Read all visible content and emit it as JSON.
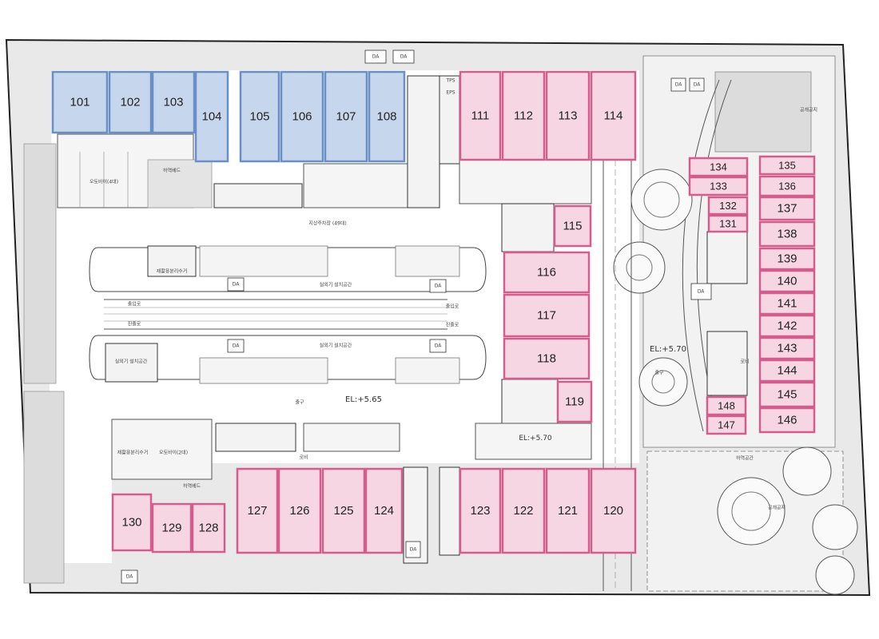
{
  "units_blue": [
    {
      "id": "101",
      "label": "101"
    },
    {
      "id": "102",
      "label": "102"
    },
    {
      "id": "103",
      "label": "103"
    },
    {
      "id": "104",
      "label": "104"
    },
    {
      "id": "105",
      "label": "105"
    },
    {
      "id": "106",
      "label": "106"
    },
    {
      "id": "107",
      "label": "107"
    },
    {
      "id": "108",
      "label": "108"
    }
  ],
  "units_pink": [
    {
      "id": "111",
      "label": "111"
    },
    {
      "id": "112",
      "label": "112"
    },
    {
      "id": "113",
      "label": "113"
    },
    {
      "id": "114",
      "label": "114"
    },
    {
      "id": "115",
      "label": "115"
    },
    {
      "id": "116",
      "label": "116"
    },
    {
      "id": "117",
      "label": "117"
    },
    {
      "id": "118",
      "label": "118"
    },
    {
      "id": "119",
      "label": "119"
    },
    {
      "id": "120",
      "label": "120"
    },
    {
      "id": "121",
      "label": "121"
    },
    {
      "id": "122",
      "label": "122"
    },
    {
      "id": "123",
      "label": "123"
    },
    {
      "id": "124",
      "label": "124"
    },
    {
      "id": "125",
      "label": "125"
    },
    {
      "id": "126",
      "label": "126"
    },
    {
      "id": "127",
      "label": "127"
    },
    {
      "id": "128",
      "label": "128"
    },
    {
      "id": "129",
      "label": "129"
    },
    {
      "id": "130",
      "label": "130"
    },
    {
      "id": "131",
      "label": "131"
    },
    {
      "id": "132",
      "label": "132"
    },
    {
      "id": "133",
      "label": "133"
    },
    {
      "id": "134",
      "label": "134"
    },
    {
      "id": "135",
      "label": "135"
    },
    {
      "id": "136",
      "label": "136"
    },
    {
      "id": "137",
      "label": "137"
    },
    {
      "id": "138",
      "label": "138"
    },
    {
      "id": "139",
      "label": "139"
    },
    {
      "id": "140",
      "label": "140"
    },
    {
      "id": "141",
      "label": "141"
    },
    {
      "id": "142",
      "label": "142"
    },
    {
      "id": "143",
      "label": "143"
    },
    {
      "id": "144",
      "label": "144"
    },
    {
      "id": "145",
      "label": "145"
    },
    {
      "id": "146",
      "label": "146"
    },
    {
      "id": "147",
      "label": "147"
    },
    {
      "id": "148",
      "label": "148"
    }
  ],
  "annotations": {
    "da": "DA",
    "eps": "EPS",
    "tps": "TPS",
    "el_center": "EL:+5.65",
    "el_right": "EL:+5.70",
    "el_bottom": "EL:+5.70",
    "parking": "지상주차장 (49대)",
    "outdoor_unit_top": "실외기 설치공간",
    "outdoor_unit_bottom": "실외기 설치공간",
    "outdoor_unit_box": "실외기 설치공간",
    "recycle": "재활용분리수거",
    "recycle_bottom": "재활용분리수거",
    "bike_top": "오토바이(4대)",
    "bike_bottom": "오토바이(2대)",
    "drop_off_top": "하역베드",
    "drop_off_bottom": "하역베드",
    "public_top": "공개공지",
    "public_bottom": "공개공지",
    "lobby": "로비",
    "lobby2": "로비",
    "entry": "출구",
    "exit": "진출로",
    "exit2": "출입로",
    "entry2": "출입로",
    "loading": "하역공간"
  },
  "colors": {
    "blue_fill": "#c6d6ec",
    "blue_stroke": "#6a8fc7",
    "pink_fill": "#f6d6e2",
    "pink_stroke": "#d35d8d"
  }
}
